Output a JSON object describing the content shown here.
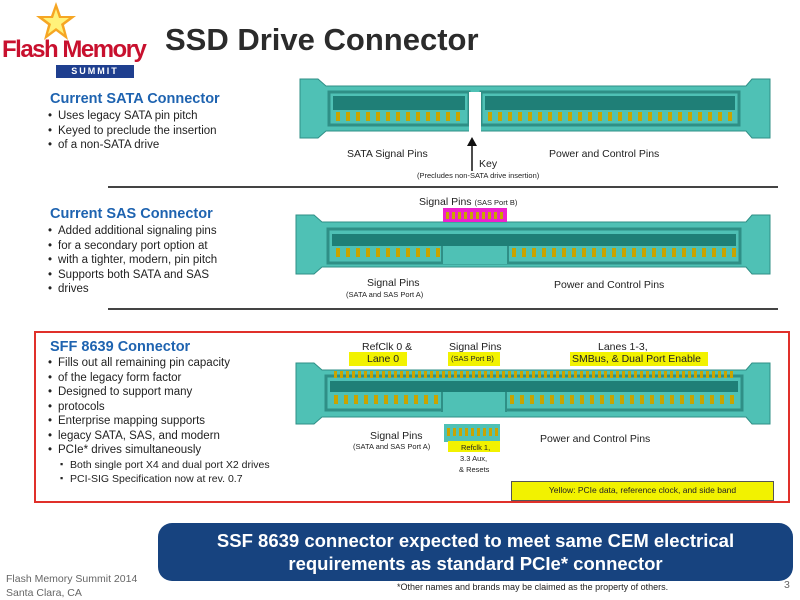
{
  "logo": {
    "brand": "Flash Memory",
    "sub": "SUMMIT"
  },
  "title": "SSD Drive Connector",
  "sata": {
    "title": "Current SATA Connector",
    "bullets": [
      "Uses legacy SATA pin pitch",
      "Keyed to preclude the insertion",
      "of a non-SATA drive"
    ],
    "label_signal": "SATA Signal Pins",
    "label_power": "Power and Control Pins",
    "label_key": "Key",
    "label_key_note": "(Precludes non-SATA drive insertion)"
  },
  "sas": {
    "title": "Current SAS Connector",
    "bullets": [
      "Added additional signaling pins",
      "for a secondary port option at",
      "with a tighter, modern, pin pitch",
      "Supports both SATA and SAS",
      "drives"
    ],
    "label_top": "Signal Pins",
    "label_top_small": "(SAS Port B)",
    "label_signal": "Signal Pins",
    "label_signal_small": "(SATA and SAS Port A)",
    "label_power": "Power and Control Pins"
  },
  "sff": {
    "title": "SFF 8639 Connector",
    "bullets": [
      "Fills out all remaining pin capacity",
      "of the legacy form factor",
      "Designed to support many",
      "protocols",
      "Enterprise mapping supports",
      "legacy SATA, SAS, and modern",
      "PCIe* drives simultaneously"
    ],
    "sub_bullets": [
      "Both single port X4 and dual port X2 drives",
      "PCI-SIG Specification now at rev. 0.7"
    ],
    "label_refclk_1": "RefClk 0 &",
    "label_refclk_2": "Lane 0",
    "label_sigpins": "Signal Pins",
    "label_sigpins_small": "(SAS Port B)",
    "label_lanes_1": "Lanes 1-3,",
    "label_lanes_2": "SMBus, & Dual Port Enable",
    "label_signal": "Signal Pins",
    "label_signal_small": "(SATA and SAS Port A)",
    "label_refclk1_1": "Refclk 1,",
    "label_refclk1_2": "3.3 Aux,",
    "label_refclk1_3": "& Resets",
    "label_power": "Power and Control Pins",
    "legend": "Yellow:  PCIe data, reference clock, and side band"
  },
  "banner": {
    "line1": "SSF 8639 connector expected to meet same CEM electrical",
    "line2": "requirements as standard PCIe* connector"
  },
  "footer": {
    "line1": "Flash Memory Summit 2014",
    "line2": "Santa Clara, CA",
    "note": "*Other names and brands may be claimed as the property of others.",
    "page": "3"
  },
  "colors": {
    "connector_fill": "#4fc1b5",
    "connector_dark": "#2f8f86",
    "pin_gold": "#c9a400",
    "highlight_yellow": "#f2f200",
    "highlight_pink": "#ee22cc",
    "title_blue": "#1e63b0",
    "banner_blue": "#17437f",
    "red_box": "#e0302a"
  }
}
